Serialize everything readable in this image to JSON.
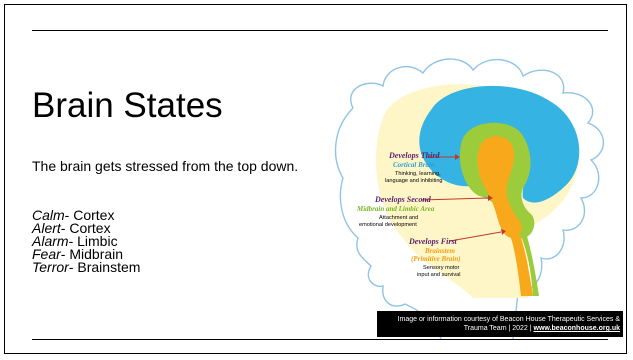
{
  "slide": {
    "title": "Brain States",
    "subtitle": "The brain gets stressed from the top down.",
    "states": [
      {
        "name": "Calm",
        "region": "- Cortex"
      },
      {
        "name": "Alert",
        "region": "- Cortex"
      },
      {
        "name": "Alarm",
        "region": "- Limbic"
      },
      {
        "name": "Fear",
        "region": "- Midbrain"
      },
      {
        "name": "Terror",
        "region": "- Brainstem"
      }
    ]
  },
  "figure": {
    "third": {
      "title": "Develops Third",
      "sub": "Cortical Brain",
      "desc1": "Thinking, learning,",
      "desc2": "language and inhibiting"
    },
    "second": {
      "title": "Develops Second",
      "sub": "Midbrain and Limbic Area",
      "desc1": "Attachment and",
      "desc2": "emotional development"
    },
    "first": {
      "title": "Develops First",
      "sub1": "Brainstem",
      "sub2": "(Primitive Brain)",
      "desc1": "Sensory motor",
      "desc2": "input and survival"
    },
    "colors": {
      "cortex": "#35B3E3",
      "limbic": "#9CCB3B",
      "brainstem": "#F7A81B",
      "cream": "#FFF6C7",
      "head_outline": "#8EC4E6",
      "title_text": "#5B1E6E",
      "third_sub_text": "#2AA0D6",
      "second_sub_text": "#79B526",
      "first_sub_text": "#F39C12",
      "arrow": "#C0392B"
    }
  },
  "credit": {
    "text": "Image or information courtesy of Beacon House Therapeutic Services & Trauma Team | 2022 | ",
    "link": "www.beaconhouse.org.uk"
  }
}
